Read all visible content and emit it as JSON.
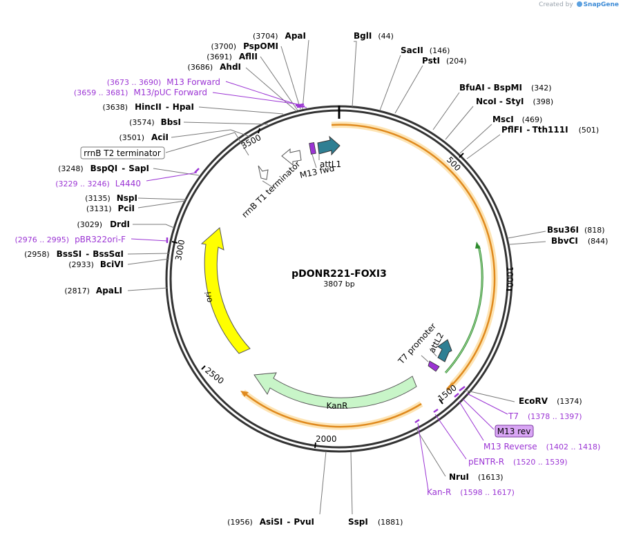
{
  "credit": {
    "prefix": "Created by",
    "brand": "SnapGene"
  },
  "plasmid": {
    "name": "pDONR221-FOXI3",
    "length_label": "3807 bp",
    "length": 3807
  },
  "ticks": [
    "500",
    "1000",
    "1500",
    "2000",
    "2500",
    "3000",
    "3500"
  ],
  "enzymes": [
    {
      "id": "bgli",
      "name": "BglI",
      "pos": "(44)"
    },
    {
      "id": "sacii",
      "name": "SacII",
      "pos": "(146)"
    },
    {
      "id": "psti",
      "name": "PstI",
      "pos": "(204)"
    },
    {
      "id": "bfuai",
      "name": "BfuAI",
      "name2": "BspMI",
      "pos": "(342)"
    },
    {
      "id": "ncoi",
      "name": "NcoI",
      "name2": "StyI",
      "pos": "(398)"
    },
    {
      "id": "msci",
      "name": "MscI",
      "pos": "(469)"
    },
    {
      "id": "pflfi",
      "name": "PflFI",
      "name2": "Tth111I",
      "pos": "(501)"
    },
    {
      "id": "bsu36i",
      "name": "Bsu36I",
      "pos": "(818)"
    },
    {
      "id": "bbvci",
      "name": "BbvCI",
      "pos": "(844)"
    },
    {
      "id": "ecorv",
      "name": "EcoRV",
      "pos": "(1374)"
    },
    {
      "id": "nrui",
      "name": "NruI",
      "pos": "(1613)"
    },
    {
      "id": "sspi",
      "name": "SspI",
      "pos": "(1881)"
    },
    {
      "id": "asisi",
      "name": "AsiSI",
      "name2": "PvuI",
      "pos": "(1956)"
    },
    {
      "id": "apali",
      "name": "ApaLI",
      "pos": "(2817)"
    },
    {
      "id": "bcivi",
      "name": "BciVI",
      "pos": "(2933)"
    },
    {
      "id": "bsssi",
      "name": "BssSI",
      "name2": "BssSαI",
      "pos": "(2958)"
    },
    {
      "id": "drdi",
      "name": "DrdI",
      "pos": "(3029)"
    },
    {
      "id": "pcii",
      "name": "PciI",
      "pos": "(3131)"
    },
    {
      "id": "nspi",
      "name": "NspI",
      "pos": "(3135)"
    },
    {
      "id": "bspqi",
      "name": "BspQI",
      "name2": "SapI",
      "pos": "(3248)"
    },
    {
      "id": "acii",
      "name": "AciI",
      "pos": "(3501)"
    },
    {
      "id": "bbsi",
      "name": "BbsI",
      "pos": "(3574)"
    },
    {
      "id": "hincii",
      "name": "HincII",
      "name2": "HpaI",
      "pos": "(3638)"
    },
    {
      "id": "ahdi",
      "name": "AhdI",
      "pos": "(3686)"
    },
    {
      "id": "aflii",
      "name": "AflII",
      "pos": "(3691)"
    },
    {
      "id": "pspomi",
      "name": "PspOMI",
      "pos": "(3700)"
    },
    {
      "id": "apai",
      "name": "ApaI",
      "pos": "(3704)"
    }
  ],
  "primers": [
    {
      "id": "m13fwd-a",
      "name": "M13 Forward",
      "range": "(3673 .. 3690)"
    },
    {
      "id": "m13puc",
      "name": "M13/pUC Forward",
      "range": "(3659 .. 3681)"
    },
    {
      "id": "l4440",
      "name": "L4440",
      "range": "(3229 .. 3246)"
    },
    {
      "id": "pbr322",
      "name": "pBR322ori-F",
      "range": "(2976 .. 2995)"
    },
    {
      "id": "t7",
      "name": "T7",
      "range": "(1378 .. 1397)"
    },
    {
      "id": "m13rev-r",
      "name": "M13 Reverse",
      "range": "(1402 .. 1418)"
    },
    {
      "id": "pentr",
      "name": "pENTR-R",
      "range": "(1520 .. 1539)"
    },
    {
      "id": "kanr-p",
      "name": "Kan-R",
      "range": "(1598 .. 1617)"
    }
  ],
  "boxed_labels": {
    "rrnb_t2": "rrnB T2 terminator",
    "m13_rev": "M13 rev"
  },
  "features": {
    "attl1": "attL1",
    "m13fwd": "M13 fwd",
    "rrnb_t1": "rrnB T1 terminator",
    "t7promoter": "T7 promoter",
    "attl2": "attL2",
    "kanr": "KanR",
    "ori": "ori"
  },
  "colors": {
    "backbone": "#333333",
    "orange": "#f0a030",
    "orange_glow": "#fde4b4",
    "green": "#4caf50",
    "kanr": "#c8f5c8",
    "ori": "#ffff00",
    "att": "#2f7f93",
    "primer": "#9b34d4",
    "m13rev_box": "#d9a6f5"
  }
}
